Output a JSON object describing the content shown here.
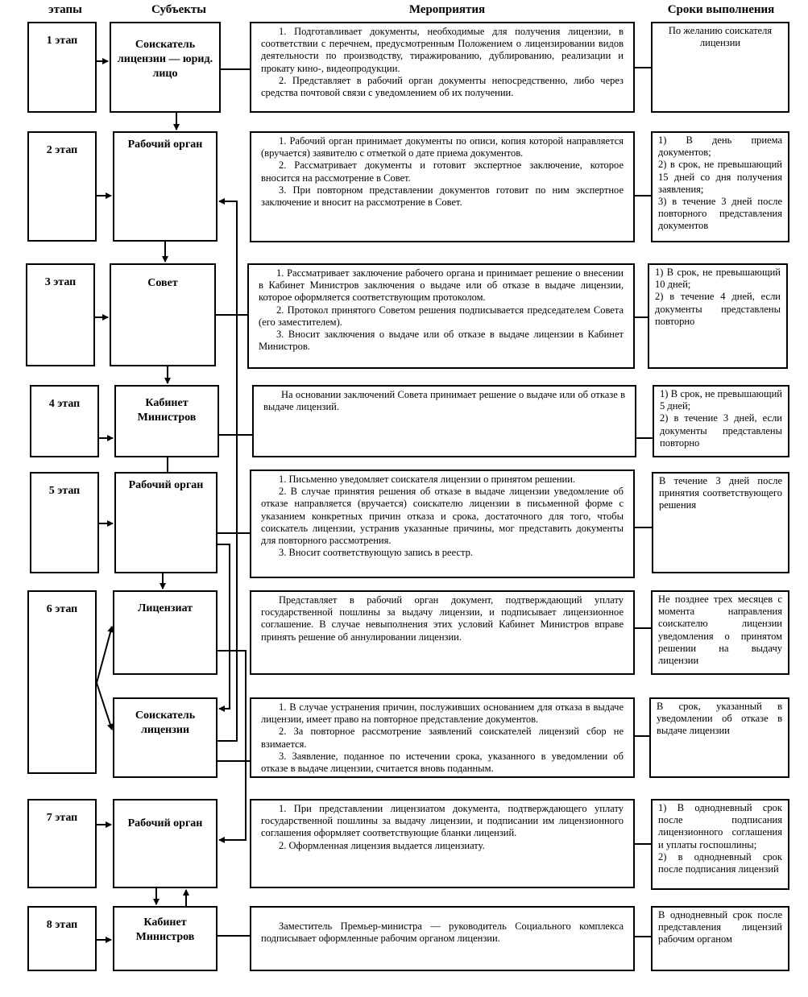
{
  "headers": {
    "stages": "этапы",
    "subjects": "Субъекты",
    "activities": "Мероприятия",
    "terms": "Сроки выполнения"
  },
  "rows": [
    {
      "stage": "1 этап",
      "subject": "Соискатель лицензии — юрид. лицо",
      "activities": [
        "1. Подготавливает документы, необходимые для получения лицензии, в соответствии с перечнем, предусмотренным Положением о лицензировании видов деятельности по производству, тиражированию, дублированию, реализации и прокату кино-, видеопродукции.",
        "2. Представляет в рабочий орган документы непосредственно, либо через средства почтовой связи с уведомлением об их получении."
      ],
      "terms": [
        "По желанию соискателя лицензии"
      ]
    },
    {
      "stage": "2 этап",
      "subject": "Рабочий орган",
      "activities": [
        "1. Рабочий орган принимает документы по описи, копия которой направляется (вручается) заявителю с отметкой о дате приема документов.",
        "2. Рассматривает документы и готовит экспертное заключение, которое вносится на рассмотрение в Совет.",
        "3. При повторном представлении документов готовит по ним экспертное заключение и вносит на рассмотрение в Совет."
      ],
      "terms": [
        "1) В день приема документов;",
        "2) в срок, не превышающий 15 дней со дня получения заявления;",
        "3) в течение 3 дней после повторного представления документов"
      ]
    },
    {
      "stage": "3 этап",
      "subject": "Совет",
      "activities": [
        "1. Рассматривает заключение рабочего органа и принимает решение о внесении в Кабинет Министров заключения о выдаче или об отказе в выдаче лицензии, которое оформляется соответствующим протоколом.",
        "2. Протокол принятого Советом решения подписывается председателем Совета (его заместителем).",
        "3. Вносит заключения о выдаче или об отказе в выдаче лицензии в Кабинет Министров."
      ],
      "terms": [
        "1) В срок, не превышающий 10 дней;",
        "2) в течение 4 дней, если документы представлены повторно"
      ]
    },
    {
      "stage": "4 этап",
      "subject": "Кабинет Министров",
      "activities": [
        "На основании заключений Совета принимает решение о выдаче или об отказе в выдаче лицензий."
      ],
      "terms": [
        "1) В срок, не превышающий 5 дней;",
        "2) в течение 3 дней, если документы представлены повторно"
      ]
    },
    {
      "stage": "5 этап",
      "subject": "Рабочий орган",
      "activities": [
        "1. Письменно уведомляет соискателя лицензии о принятом решении.",
        "2. В случае принятия решения об отказе в выдаче лицензии уведомление об отказе направляется (вручается) соискателю лицензии в письменной форме с указанием конкретных причин отказа и срока, достаточного для того, чтобы соискатель лицензии, устранив указанные причины, мог представить документы для повторного рассмотрения.",
        "3. Вносит соответствующую запись в реестр."
      ],
      "terms": [
        "В течение 3 дней после принятия соответствующего решения"
      ]
    },
    {
      "stage": "6 этап",
      "subject": "Лицензиат",
      "activities": [
        "Представляет в рабочий орган документ, подтверждающий уплату государственной пошлины за выдачу лицензии, и подписывает лицензионное соглашение. В случае невыполнения этих условий Кабинет Министров вправе принять решение об аннулировании лицензии."
      ],
      "terms": [
        "Не позднее трех месяцев с момента направления соискателю лицензии уведомления о принятом решении на выдачу лицензии"
      ]
    },
    {
      "stage": "",
      "subject": "Соискатель лицензии",
      "activities": [
        "1. В случае устранения причин, послуживших основанием для отказа в выдаче лицензии, имеет право на повторное представление документов.",
        "2. За повторное рассмотрение заявлений соискателей лицензий сбор не взимается.",
        "3. Заявление, поданное по истечении срока, указанного в уведомлении об отказе в выдаче лицензии, считается вновь поданным."
      ],
      "terms": [
        "В срок, указанный в уведомлении об отказе в выдаче лицензии"
      ]
    },
    {
      "stage": "7 этап",
      "subject": "Рабочий орган",
      "activities": [
        "1. При представлении лицензиатом документа, подтверждающего уплату государственной пошлины за выдачу лицензии, и подписании им лицензионного соглашения оформляет соответствующие бланки лицензий.",
        "2. Оформленная лицензия выдается лицензиату."
      ],
      "terms": [
        "1) В однодневный срок после подписания лицензионного соглашения и уплаты госпошлины;",
        "2) в однодневный срок после подписания лицензий"
      ]
    },
    {
      "stage": "8 этап",
      "subject": "Кабинет Министров",
      "activities": [
        "Заместитель Премьер-министра — руководитель Социального комплекса подписывает оформленные рабочим органом лицензии."
      ],
      "terms": [
        "В однодневный срок после представления лицензий рабочим органом"
      ]
    }
  ]
}
